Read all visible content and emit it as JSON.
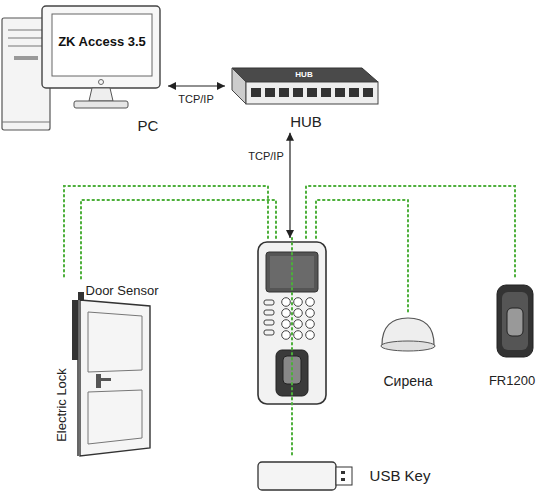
{
  "diagram": {
    "nodes": [
      {
        "text": [
          "ZK Access 3.5",
          "PC"
        ]
      },
      {
        "text": [
          "HUB",
          "HUB"
        ]
      },
      {
        "text": []
      },
      {
        "text": [
          "Door Sensor",
          "Electric Lock"
        ]
      },
      {
        "text": [
          "Сирена"
        ]
      },
      {
        "text": [
          "FR1200"
        ]
      },
      {
        "text": [
          "USB Key"
        ]
      }
    ],
    "edges": [
      {
        "from": 0,
        "to": 1,
        "label": "TCP/IP",
        "arrow": "both"
      },
      {
        "from": 1,
        "to": 2,
        "label": "TCP/IP",
        "arrow": "both"
      },
      {
        "from": 2,
        "to": 3,
        "arrow": "none"
      },
      {
        "from": 2,
        "to": 3,
        "arrow": "none"
      },
      {
        "from": 2,
        "to": 4,
        "arrow": "none"
      },
      {
        "from": 2,
        "to": 5,
        "arrow": "none"
      },
      {
        "from": 2,
        "to": 6,
        "arrow": "none"
      }
    ]
  }
}
